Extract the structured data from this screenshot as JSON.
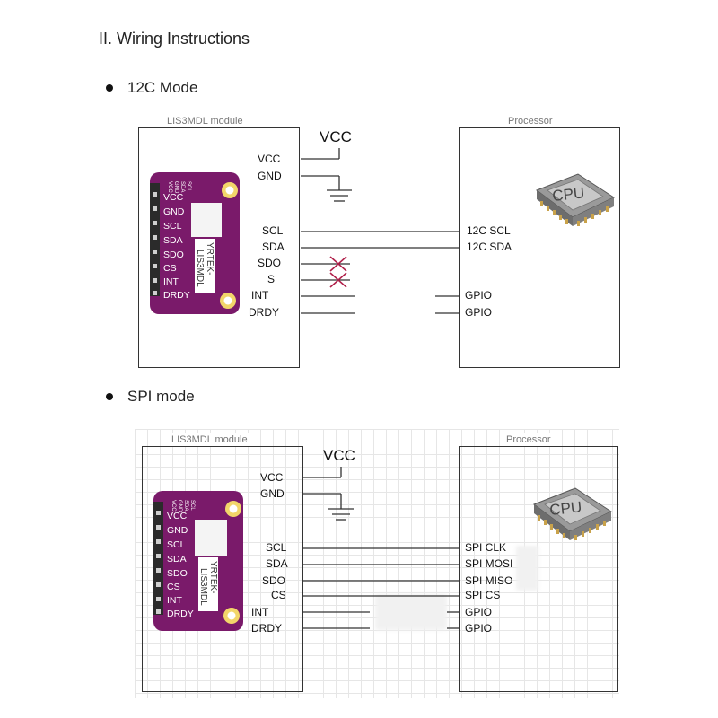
{
  "title": "II. Wiring Instructions",
  "i2c": {
    "heading": "12C Mode",
    "module_label": "LIS3MDL module",
    "processor_label": "Processor",
    "vcc_label": "VCC",
    "module_pins": [
      "VCC",
      "GND",
      "SCL",
      "SDA",
      "SDO",
      "S",
      "INT",
      "DRDY"
    ],
    "processor_pins": [
      "12C SCL",
      "12C SDA",
      "GPIO",
      "GPIO"
    ]
  },
  "spi": {
    "heading": "SPI mode",
    "module_label": "LIS3MDL module",
    "processor_label": "Processor",
    "vcc_label": "VCC",
    "module_pins": [
      "VCC",
      "GND",
      "SCL",
      "SDA",
      "SDO",
      "CS",
      "INT",
      "DRDY"
    ],
    "processor_pins": [
      "SPI CLK",
      "SPI MOSI",
      "SPI MISO",
      "SPI CS",
      "GPIO",
      "GPIO"
    ]
  },
  "board": {
    "pins": [
      "VCC",
      "GND",
      "SCL",
      "SDA",
      "SDO",
      "CS",
      "INT",
      "DRDY"
    ],
    "top_pins": [
      "SCL",
      "SDA",
      "GND",
      "VCC"
    ],
    "brand": "YRTEK-",
    "model": "LIS3MDL",
    "color": "#7a1a6a"
  },
  "cpu": {
    "label": "CPU",
    "icon": "cpu-chip-icon"
  },
  "colors": {
    "wire": "#333333",
    "cross": "#b0204a",
    "board": "#7a1a6a"
  }
}
